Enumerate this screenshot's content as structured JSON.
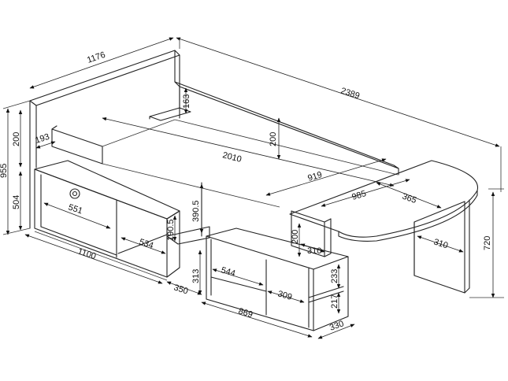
{
  "dimensions": {
    "total_length": "2389",
    "headboard_depth": "1176",
    "headboard_offset": "193",
    "headboard_height": "200",
    "total_height": "955",
    "bed_base_height": "504",
    "bed_length": "2010",
    "back_panel_top": "163",
    "back_panel_height": "200",
    "desk_span": "919",
    "desk_length": "985",
    "desk_width": "365",
    "storage_width": "1100",
    "drawer_width": "551",
    "shelf_depth": "534",
    "cabinet_height": "390.5",
    "small_height": "190.5",
    "step_height": "313",
    "step_depth": "350",
    "lower_unit_length": "869",
    "lower_shelf_width": "544",
    "lower_cabinet_width": "309",
    "shelf_upper_height": "233",
    "shelf_lower_height": "217",
    "lower_unit_depth": "330",
    "desk_support_height": "200",
    "desk_support_width": "310",
    "leg_width": "310",
    "desk_height": "720"
  },
  "colors": {
    "line": "#222222",
    "background": "#ffffff"
  },
  "icons": {
    "lock": "keyhole-lock-icon"
  }
}
